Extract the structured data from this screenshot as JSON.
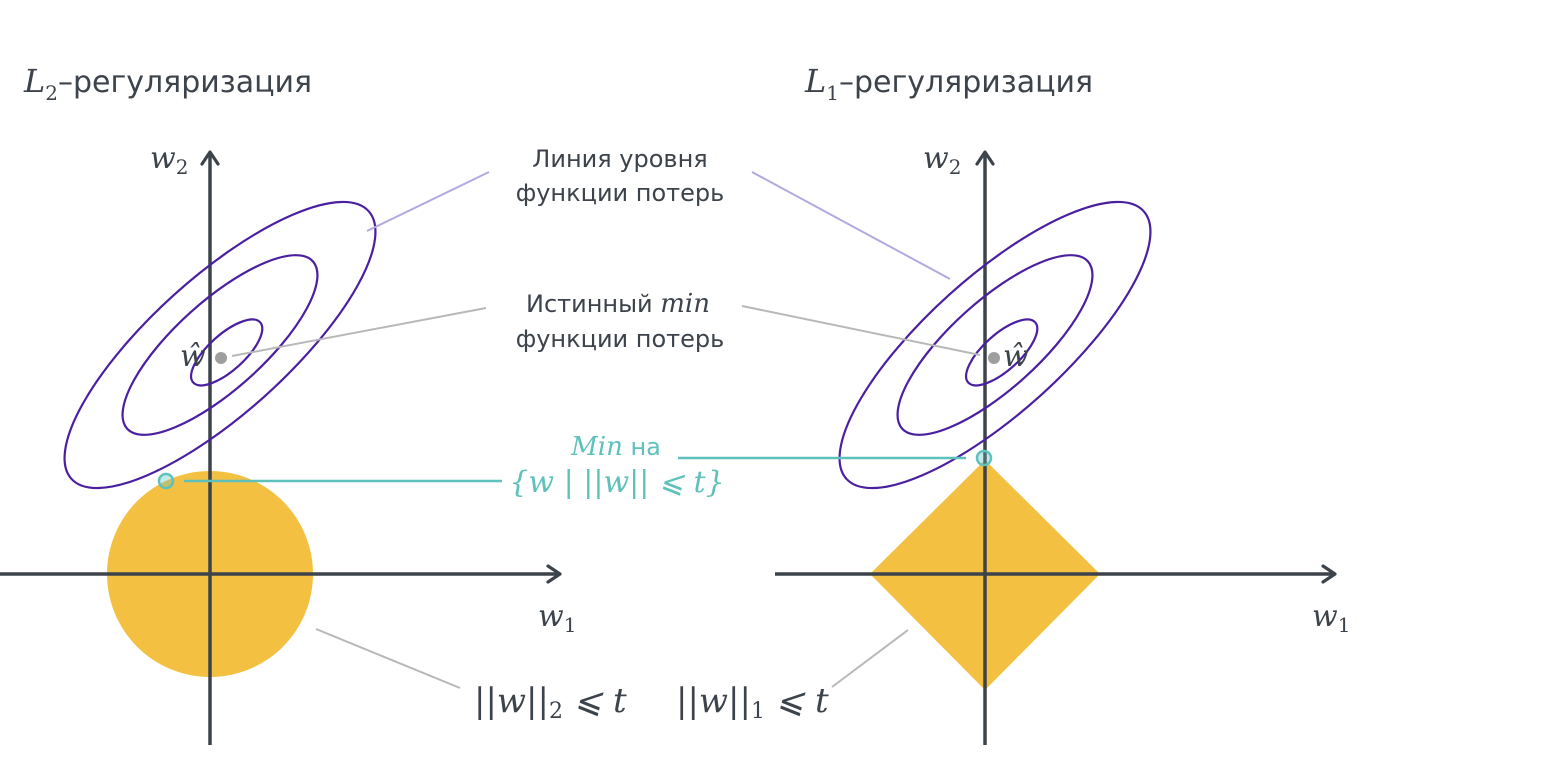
{
  "colors": {
    "axis": "#3d434b",
    "contour": "#4a1fa0",
    "pointer_contour": "#b3a9e0",
    "pointer_min": "#b8b8b8",
    "constraint_fill": "#f4c042",
    "teal": "#5fc1bc",
    "min_point": "#9e9e9e",
    "text": "#3d434b"
  },
  "left_panel": {
    "title_math": "L",
    "title_sub": "2",
    "title_text": "–регуляризация",
    "axis_x_label": "w",
    "axis_x_sub": "1",
    "axis_y_label": "w",
    "axis_y_sub": "2",
    "min_label": "ŵ",
    "constraint_label": "||w||",
    "constraint_sub": "2",
    "constraint_rel": " ⩽ t",
    "constraint_shape": "circle"
  },
  "right_panel": {
    "title_math": "L",
    "title_sub": "1",
    "title_text": "–регуляризация",
    "axis_x_label": "w",
    "axis_x_sub": "1",
    "axis_y_label": "w",
    "axis_y_sub": "2",
    "min_label": "ŵ",
    "constraint_label": "||w||",
    "constraint_sub": "1",
    "constraint_rel": " ⩽ t",
    "constraint_shape": "diamond"
  },
  "annotations": {
    "contour_line_1": "Линия уровня",
    "contour_line_2": "функции потерь",
    "true_min_1": "Истинный ",
    "true_min_math": "min",
    "true_min_2": "функции потерь",
    "constrained_min_math": "Min",
    "constrained_min_text": " на",
    "constrained_set": "{w | ||w|| ⩽ t}"
  }
}
